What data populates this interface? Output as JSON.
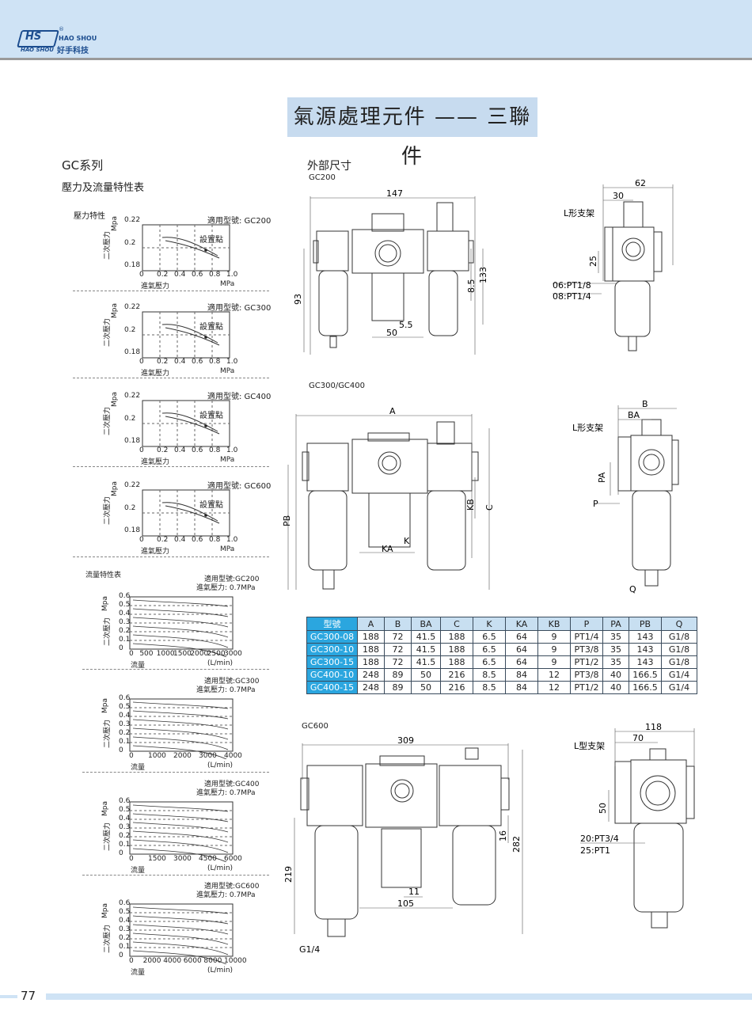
{
  "brand": {
    "en": "HAO SHOU",
    "en2": "HAO SHOU",
    "cn": "好手科技",
    "mark": "HS",
    "reg": "®"
  },
  "page_title": "氣源處理元件 —— 三聯件",
  "series_title": "GC系列",
  "char_title": "壓力及流量特性表",
  "pressure_section": "壓力特性",
  "flow_section": "流量特性表",
  "dims_title": "外部尺寸",
  "page_number": "77",
  "set_point": "設置點",
  "pchart": {
    "ylabel": "二次壓力",
    "yunit": "Mpa",
    "xlabel": "進氣壓力",
    "xunit": "MPa",
    "yticks": [
      "0.22",
      "0.2",
      "0.18"
    ],
    "xticks": [
      "0",
      "0.2",
      "0.4",
      "0.6",
      "0.8",
      "1.0"
    ]
  },
  "pressure_models": [
    {
      "model": "適用型號: GC200"
    },
    {
      "model": "適用型號: GC300"
    },
    {
      "model": "適用型號: GC400"
    },
    {
      "model": "適用型號: GC600"
    }
  ],
  "flow_models": [
    {
      "model": "適用型號:GC200",
      "inlet": "進氣壓力: 0.7MPa",
      "xticks": [
        "0",
        "500",
        "1000",
        "1500",
        "2000",
        "2500",
        "3000"
      ]
    },
    {
      "model": "適用型號:GC300",
      "inlet": "進氣壓力: 0.7MPa",
      "xticks": [
        "0",
        "1000",
        "2000",
        "3000",
        "4000"
      ]
    },
    {
      "model": "適用型號:GC400",
      "inlet": "進氣壓力: 0.7MPa",
      "xticks": [
        "0",
        "1500",
        "3000",
        "4500",
        "6000"
      ]
    },
    {
      "model": "適用型號:GC600",
      "inlet": "進氣壓力: 0.7MPa",
      "xticks": [
        "0",
        "2000",
        "4000",
        "6000",
        "8000",
        "10000"
      ]
    }
  ],
  "fchart": {
    "ylabel": "二次壓力",
    "yunit": "Mpa",
    "xlabel": "流量",
    "xunit": "(L/min)",
    "yticks": [
      "0.6",
      "0.5",
      "0.4",
      "0.3",
      "0.2",
      "0.1",
      "0"
    ]
  },
  "gc200": {
    "label": "GC200",
    "d147": "147",
    "d93": "93",
    "d133": "133",
    "d85": "8.5",
    "d50": "50",
    "d55": "5.5",
    "d62": "62",
    "d30": "30",
    "d25": "25",
    "bracket": "L形支架",
    "port1": "06:PT1/8",
    "port2": "08:PT1/4"
  },
  "gc300": {
    "label": "GC300/GC400",
    "A": "A",
    "B": "B",
    "BA": "BA",
    "C": "C",
    "KB": "KB",
    "PB": "PB",
    "K": "K",
    "KA": "KA",
    "PA": "PA",
    "P": "P",
    "Q": "Q",
    "bracket": "L形支架"
  },
  "gc600": {
    "label": "GC600",
    "d309": "309",
    "d219": "219",
    "d282": "282",
    "d16": "16",
    "d11": "11",
    "d105": "105",
    "g14": "G1/4",
    "d118": "118",
    "d70": "70",
    "d50": "50",
    "bracket": "L型支架",
    "port1": "20:PT3/4",
    "port2": "25:PT1"
  },
  "table": {
    "headers": [
      "型號",
      "A",
      "B",
      "BA",
      "C",
      "K",
      "KA",
      "KB",
      "P",
      "PA",
      "PB",
      "Q"
    ],
    "rows": [
      [
        "GC300-08",
        "188",
        "72",
        "41.5",
        "188",
        "6.5",
        "64",
        "9",
        "PT1/4",
        "35",
        "143",
        "G1/8"
      ],
      [
        "GC300-10",
        "188",
        "72",
        "41.5",
        "188",
        "6.5",
        "64",
        "9",
        "PT3/8",
        "35",
        "143",
        "G1/8"
      ],
      [
        "GC300-15",
        "188",
        "72",
        "41.5",
        "188",
        "6.5",
        "64",
        "9",
        "PT1/2",
        "35",
        "143",
        "G1/8"
      ],
      [
        "GC400-10",
        "248",
        "89",
        "50",
        "216",
        "8.5",
        "84",
        "12",
        "PT3/8",
        "40",
        "166.5",
        "G1/4"
      ],
      [
        "GC400-15",
        "248",
        "89",
        "50",
        "216",
        "8.5",
        "84",
        "12",
        "PT1/2",
        "40",
        "166.5",
        "G1/4"
      ]
    ]
  }
}
